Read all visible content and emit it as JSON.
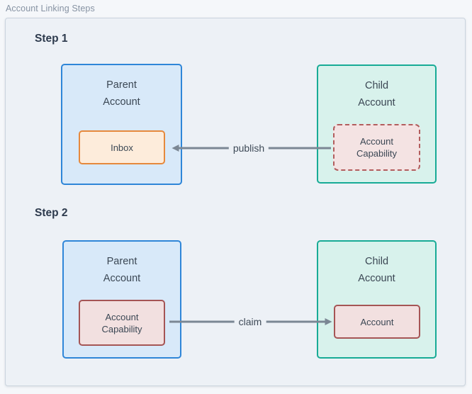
{
  "figure": {
    "title": "Account Linking Steps"
  },
  "steps": [
    {
      "heading": "Step 1",
      "parent": {
        "title": "Parent\nAccount",
        "inner": "Inbox"
      },
      "child": {
        "title": "Child\nAccount",
        "inner": "Account\nCapability"
      },
      "arrow": {
        "label": "publish",
        "direction": "child-to-parent"
      }
    },
    {
      "heading": "Step 2",
      "parent": {
        "title": "Parent\nAccount",
        "inner": "Account\nCapability"
      },
      "child": {
        "title": "Child\nAccount",
        "inner": "Account"
      },
      "arrow": {
        "label": "claim",
        "direction": "parent-to-child"
      }
    }
  ],
  "colors": {
    "frame_bg": "#edf1f6",
    "frame_border": "#cbd4de",
    "parent_fill": "#d8e9f9",
    "parent_border": "#2f86d8",
    "child_fill": "#d8f2ec",
    "child_border": "#18ab96",
    "inbox_fill": "#fdecdb",
    "inbox_border": "#e6893c",
    "capability_fill": "#f2e0e0",
    "capability_border": "#a55555",
    "arrow": "#7b8794",
    "text": "#3b4754"
  }
}
